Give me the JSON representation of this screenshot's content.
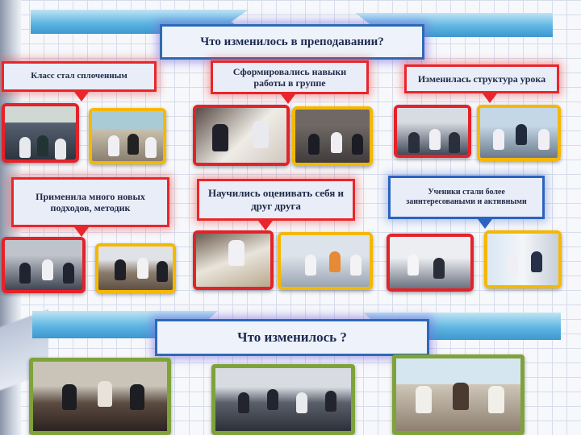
{
  "banners": {
    "top_title": "Что изменилось в преподавании?",
    "bottom_title": "Что изменилось  ?"
  },
  "callouts": [
    {
      "id": "c1",
      "text": "Класс стал сплоченным"
    },
    {
      "id": "c2",
      "text": "Сформировались навыки работы в группе"
    },
    {
      "id": "c3",
      "text": "Изменилась структура урока"
    },
    {
      "id": "c4",
      "text": "Применила много новых подходов, методик"
    },
    {
      "id": "c5",
      "text": "Научились оценивать себя и друг друга"
    },
    {
      "id": "c6",
      "text": "Ученики стали более заинтересоваными и активными"
    }
  ],
  "colors": {
    "callout_border": "#e8262b",
    "banner_border": "#2d6ab6",
    "photo_red": "#e3222a",
    "photo_yellow": "#f5b800",
    "photo_green": "#7ea33a",
    "ribbon": "#5fb6e2"
  }
}
